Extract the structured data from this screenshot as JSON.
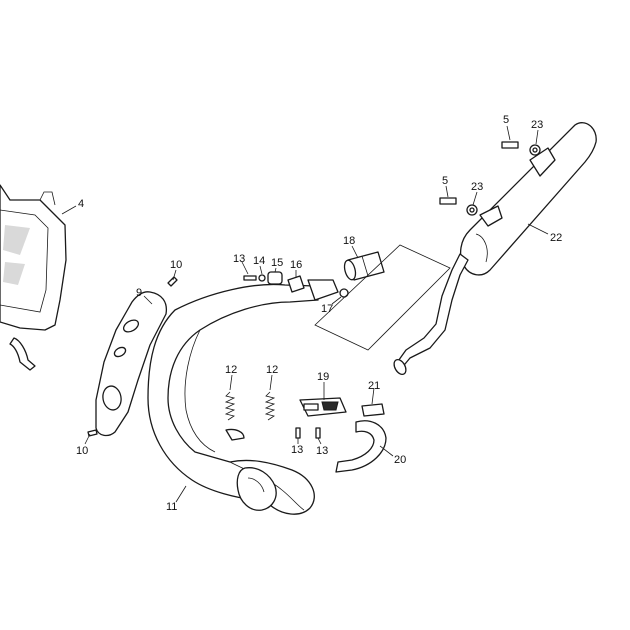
{
  "callouts": {
    "c4": "4",
    "c5a": "5",
    "c5b": "5",
    "c9": "9",
    "c10a": "10",
    "c10b": "10",
    "c11": "11",
    "c12a": "12",
    "c12b": "12",
    "c13a": "13",
    "c13b": "13",
    "c13c": "13",
    "c14": "14",
    "c15": "15",
    "c16": "16",
    "c17": "17",
    "c18": "18",
    "c19": "19",
    "c20": "20",
    "c21": "21",
    "c22": "22",
    "c23a": "23",
    "c23b": "23"
  }
}
